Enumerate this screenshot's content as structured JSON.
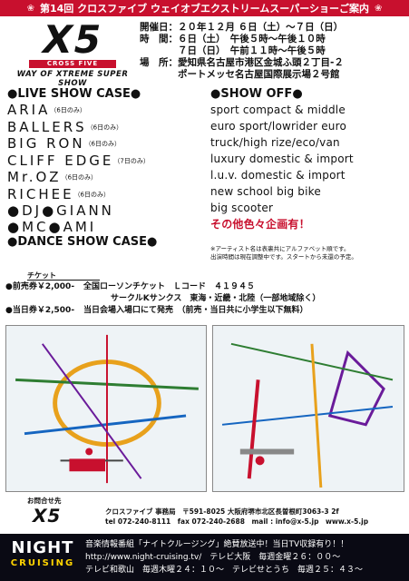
{
  "header": {
    "title": "第14回 クロスファイブ ウェイオブエクストリームスーパーショーご案内",
    "ornament": "❀"
  },
  "logo": {
    "mark": "X5",
    "cross_five": "CROSS FIVE",
    "tagline": "WAY OF XTREME SUPER SHOW"
  },
  "event": {
    "date_label": "開催日：",
    "date_value": "２０年１２月 ６日（土）〜７日（日）",
    "time_label": "時　間：",
    "time_1": "６日（土）　午後５時〜午後１０時",
    "time_2": "７日（日）　午前１１時〜午後５時",
    "place_label": "場　所：",
    "place_1": "愛知県名古屋市港区金城ふ頭２丁目-２",
    "place_2": "ポートメッセ名古屋国際展示場２号館"
  },
  "lineup": {
    "live_header": "●LIVE SHOW CASE●",
    "acts": [
      {
        "name": "ARIA",
        "note": "（6日のみ）"
      },
      {
        "name": "BALLERS",
        "note": "（6日のみ）"
      },
      {
        "name": "BIG RON",
        "note": "（6日のみ）"
      },
      {
        "name": "CLIFF EDGE",
        "note": "（7日のみ）"
      },
      {
        "name": "Mr.OZ",
        "note": "（6日のみ）"
      },
      {
        "name": "RICHEE",
        "note": "（6日のみ）"
      }
    ],
    "dj": "●DJ●GIANN",
    "mc": "●MC●AMI",
    "dance": "●DANCE SHOW CASE●"
  },
  "showoff": {
    "header": "●SHOW OFF●",
    "classes": [
      "sport compact & middle",
      "euro sport/lowrider euro",
      "truck/high rize/eco/van",
      "luxury domestic & import",
      "l.u.v. domestic & import",
      "new school big bike",
      "big scooter"
    ],
    "other": "その他色々企画有！",
    "note_1": "※アーティスト名は表裏共にアルファベット順です。",
    "note_2": "出演時間は現在調整中です。スタートから未還の予定。"
  },
  "ticket": {
    "label": "チケット",
    "advance_price": "●前売券￥2,000-",
    "advance_info": "全国ローソンチケット　Ｌコード　４１９４５",
    "advance_info_2": "サークルKサンクス　東海・近畿・北陸（一部地域除く）",
    "door_price": "●当日券￥2,500-",
    "door_info": "当日会場入場口にて発売　（前売・当日共に小学生以下無料）"
  },
  "contact": {
    "inquiry": "お問合せ先",
    "company": "クロスファイブ 事務局",
    "address": "〒591-8025 大阪府堺市北区長曽根町3063-3 2f",
    "tel": "tel 072-240-8111",
    "fax": "fax 072-240-2688",
    "mail": "mail : info@x-5.jp",
    "web": "www.x-5.jp"
  },
  "radio": {
    "brand_1": "NIGHT",
    "brand_2": "CRUISING",
    "line_1": "音楽情報番組「ナイトクルージング」絶賛放送中！当日TV収録有り！！",
    "line_2": "http://www.night-cruising.tv/　テレビ大阪　毎週金曜２６：００〜",
    "line_3": "テレビ和歌山　毎週木曜２４：１０〜　テレビせとうち　毎週２５：４３〜"
  },
  "colors": {
    "accent": "#c8102e",
    "footer_bg": "#0a0a14",
    "highlight": "#ffd400"
  }
}
